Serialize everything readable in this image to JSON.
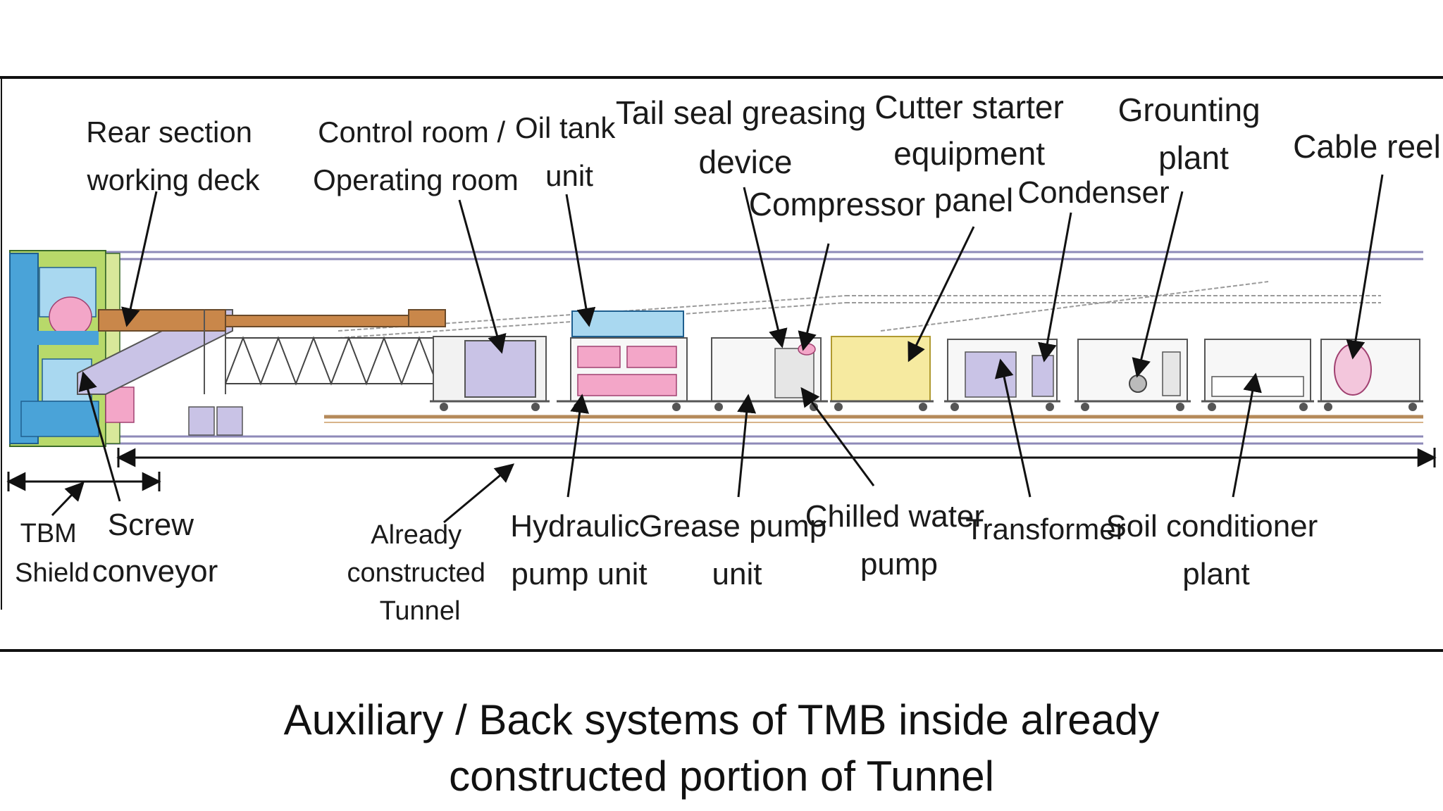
{
  "labels": {
    "rear_section": [
      "Rear section",
      "working deck"
    ],
    "control_room": [
      "Control room /",
      "Operating room"
    ],
    "oil_tank": [
      "Oil tank",
      "unit"
    ],
    "tail_seal": [
      "Tail seal greasing",
      "device"
    ],
    "compressor": [
      "Compressor"
    ],
    "cutter_starter": [
      "Cutter starter",
      "equipment",
      "panel"
    ],
    "condenser": [
      "Condenser"
    ],
    "grounting": [
      "Grounting",
      "plant"
    ],
    "cable_reel": [
      "Cable reel"
    ],
    "tbm_shield": [
      "TBM",
      "Shield"
    ],
    "screw_conveyor": [
      "Screw",
      "conveyor"
    ],
    "already_constructed": [
      "Already",
      "constructed",
      "Tunnel"
    ],
    "hydraulic_pump": [
      "Hydraulic",
      "pump unit"
    ],
    "grease_pump": [
      "Grease pump",
      "unit"
    ],
    "chilled_water": [
      "Chilled water",
      "pump"
    ],
    "transformer": [
      "Transformer"
    ],
    "soil_conditioner": [
      "Soil conditioner",
      "plant"
    ]
  },
  "caption": {
    "line1": "Auxiliary / Back systems of TMB inside already",
    "line2": "constructed portion of Tunnel"
  },
  "colors": {
    "tunnel_line": "#8e8ab8",
    "rail": "#b58a5a",
    "deck": "#c9874a",
    "shield_green": "#b8d96a",
    "shield_blue": "#4aa3d8",
    "pink": "#f3a6c8",
    "lavender": "#c9c3e6",
    "yellow": "#f6eaa0",
    "light_blue": "#a9d8f0"
  }
}
